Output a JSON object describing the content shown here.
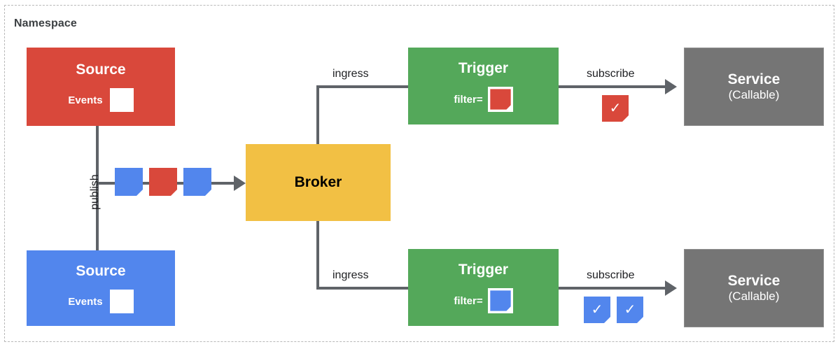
{
  "namespace": {
    "label": "Namespace"
  },
  "nodes": {
    "source_red": {
      "title": "Source",
      "events_label": "Events",
      "color": "#d9483b",
      "icon": "document-icon"
    },
    "source_blue": {
      "title": "Source",
      "events_label": "Events",
      "color": "#5286ed",
      "icon": "document-icon"
    },
    "broker": {
      "title": "Broker",
      "color": "#f2c044"
    },
    "trigger_top": {
      "title": "Trigger",
      "filter_label": "filter=",
      "color": "#54a85a",
      "filter_icon_color": "#d9483b",
      "icon": "filter-document-icon"
    },
    "trigger_bottom": {
      "title": "Trigger",
      "filter_label": "filter=",
      "color": "#54a85a",
      "filter_icon_color": "#5286ed",
      "icon": "filter-document-icon"
    },
    "service_top": {
      "title": "Service",
      "subtitle": "(Callable)",
      "color": "#757575"
    },
    "service_bottom": {
      "title": "Service",
      "subtitle": "(Callable)",
      "color": "#757575"
    }
  },
  "edges": {
    "publish": {
      "label": "publish"
    },
    "ingress_top": {
      "label": "ingress"
    },
    "ingress_bottom": {
      "label": "ingress"
    },
    "subscribe_top": {
      "label": "subscribe"
    },
    "subscribe_bottom": {
      "label": "subscribe"
    }
  },
  "event_stream": {
    "items": [
      {
        "color": "#5286ed",
        "name": "event-blue"
      },
      {
        "color": "#d9483b",
        "name": "event-red"
      },
      {
        "color": "#5286ed",
        "name": "event-blue"
      }
    ]
  },
  "delivery_top": {
    "checks": [
      {
        "color": "#d9483b",
        "glyph": "✓"
      }
    ]
  },
  "delivery_bottom": {
    "checks": [
      {
        "color": "#5286ed",
        "glyph": "✓"
      },
      {
        "color": "#5286ed",
        "glyph": "✓"
      }
    ]
  },
  "colors": {
    "red": "#d9483b",
    "blue": "#5286ed",
    "green": "#54a85a",
    "yellow": "#f2c044",
    "gray": "#757575",
    "line": "#5f6368",
    "namespace_border": "#b8b8b8"
  }
}
